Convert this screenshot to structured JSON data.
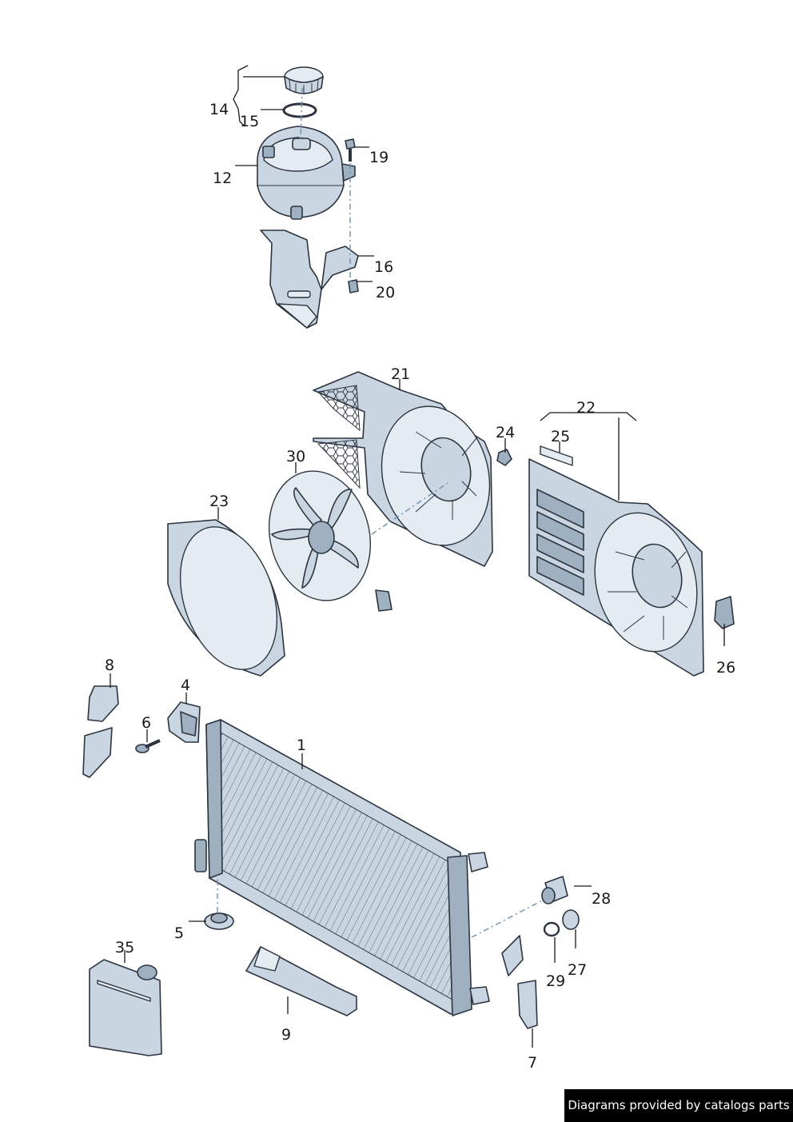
{
  "labels": {
    "p1": "1",
    "p4": "4",
    "p5": "5",
    "p6": "6",
    "p7": "7",
    "p8": "8",
    "p9": "9",
    "p12": "12",
    "p14": "14",
    "p15": "15",
    "p16": "16",
    "p19": "19",
    "p20": "20",
    "p21": "21",
    "p22": "22",
    "p23": "23",
    "p24": "24",
    "p25": "25",
    "p26": "26",
    "p27": "27",
    "p28": "28",
    "p29": "29",
    "p30": "30",
    "p35": "35"
  },
  "credit": "Diagrams provided by catalogs parts"
}
